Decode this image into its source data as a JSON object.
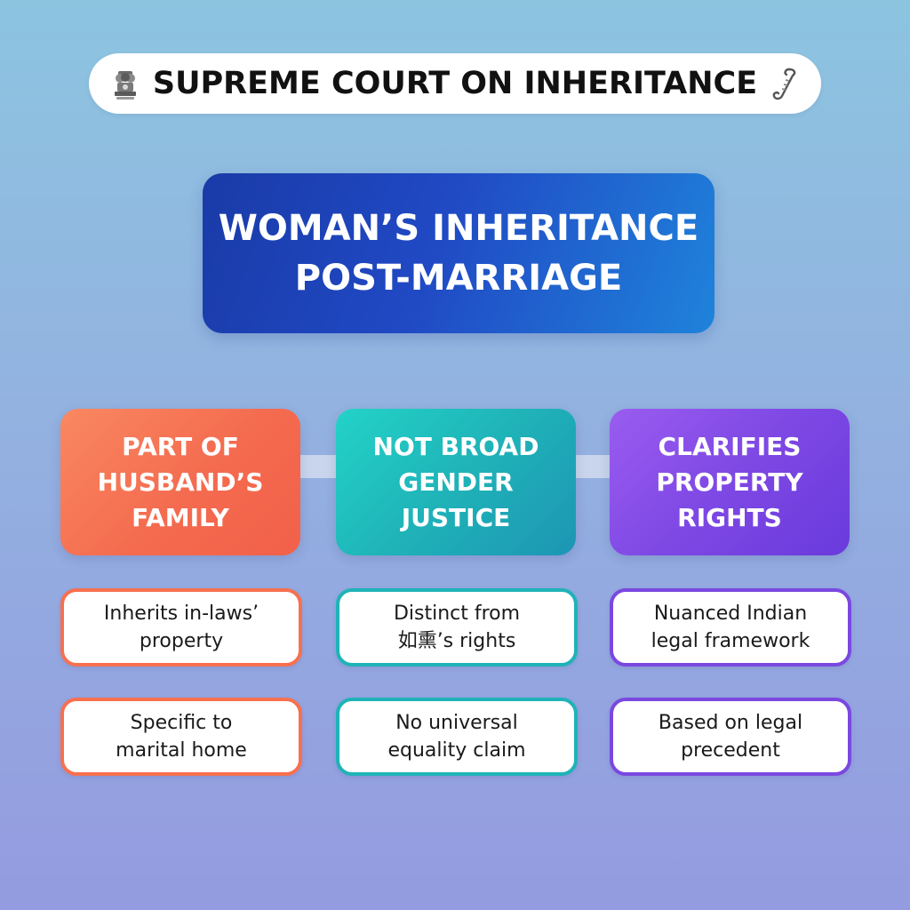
{
  "title": {
    "text": "SUPREME COURT ON INHERITANCE",
    "left_icon": "emblem-icon",
    "right_icon": "scroll-icon"
  },
  "main": {
    "title": "WOMAN’S INHERITANCE\nPOST-MARRIAGE"
  },
  "columns": [
    {
      "heading": "PART OF\nHUSBAND’S\nFAMILY",
      "color": "#f7704f",
      "cards": [
        "Inherits in-laws’\nproperty",
        "Specific to\nmarital home"
      ]
    },
    {
      "heading": "NOT BROAD\nGENDER\nJUSTICE",
      "color": "#1fb3b8",
      "cards": [
        "Distinct from\n如熏’s rights",
        "No universal\nequality claim"
      ]
    },
    {
      "heading": "CLARIFIES\nPROPERTY\nRIGHTS",
      "color": "#7a48e0",
      "cards": [
        "Nuanced Indian\nlegal framework",
        "Based on legal\nprecedent"
      ]
    }
  ]
}
